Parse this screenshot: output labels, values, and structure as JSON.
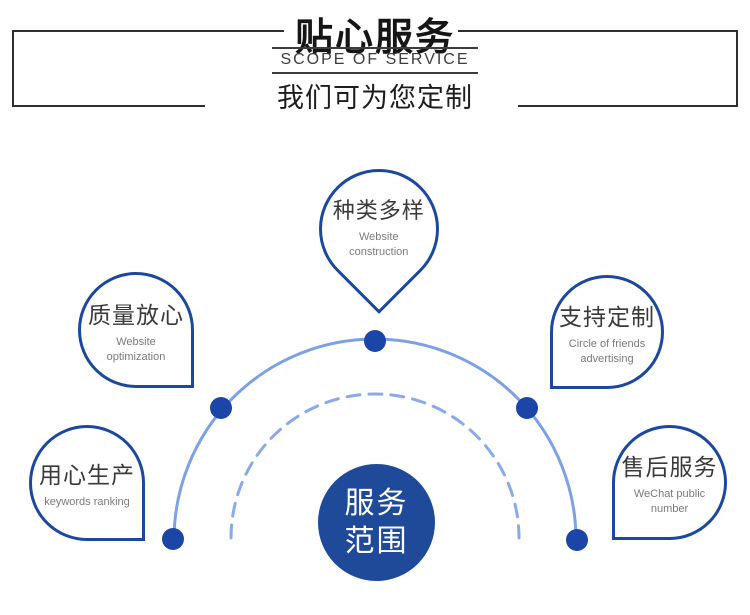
{
  "header": {
    "title": "贴心服务",
    "subtitle": "SCOPE OF SERVICE",
    "tagline": "我们可为您定制"
  },
  "diagram": {
    "center_circle": {
      "line1": "服务",
      "line2": "范围"
    },
    "balloons": [
      {
        "position": "top",
        "zh": "种类多样",
        "en": "Website construction"
      },
      {
        "position": "left-upper",
        "zh": "质量放心",
        "en": "Website optimization"
      },
      {
        "position": "left-lower",
        "zh": "用心生产",
        "en": "keywords ranking"
      },
      {
        "position": "right-upper",
        "zh": "支持定制",
        "en": "Circle of friends advertising"
      },
      {
        "position": "right-lower",
        "zh": "售后服务",
        "en": "WeChat public number"
      }
    ],
    "colors": {
      "balloon_outline": "#1d48a0",
      "dot": "#1c45a8",
      "solid_arc": "#7da1e4",
      "dashed_arc": "#8aabe8",
      "center_fill": "#1f4a9a",
      "frame_line": "#2f2f2f"
    }
  }
}
